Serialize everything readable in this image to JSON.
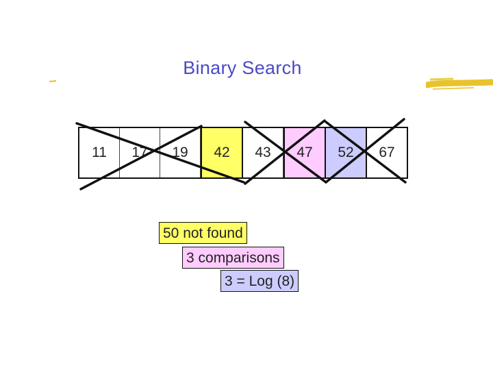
{
  "title": "Binary Search",
  "array": {
    "cells": [
      {
        "value": "11",
        "highlight": "none"
      },
      {
        "value": "17",
        "highlight": "none"
      },
      {
        "value": "19",
        "highlight": "none"
      },
      {
        "value": "42",
        "highlight": "yellow"
      },
      {
        "value": "43",
        "highlight": "none"
      },
      {
        "value": "47",
        "highlight": "pink"
      },
      {
        "value": "52",
        "highlight": "blue"
      },
      {
        "value": "67",
        "highlight": "none"
      }
    ],
    "crossed_out_ranges": [
      [
        0,
        3
      ],
      [
        4,
        5
      ],
      [
        6,
        7
      ]
    ]
  },
  "results": [
    {
      "text": "50 not found",
      "color": "#ffff66"
    },
    {
      "text": "3 comparisons",
      "color": "#ffccff"
    },
    {
      "text": "3 = Log (8)",
      "color": "#ccccff"
    }
  ],
  "colors": {
    "title": "#4a4ac4",
    "yellow": "#ffff66",
    "pink": "#ffccff",
    "blue": "#ccccff",
    "accent_stroke": "#e8c020"
  }
}
